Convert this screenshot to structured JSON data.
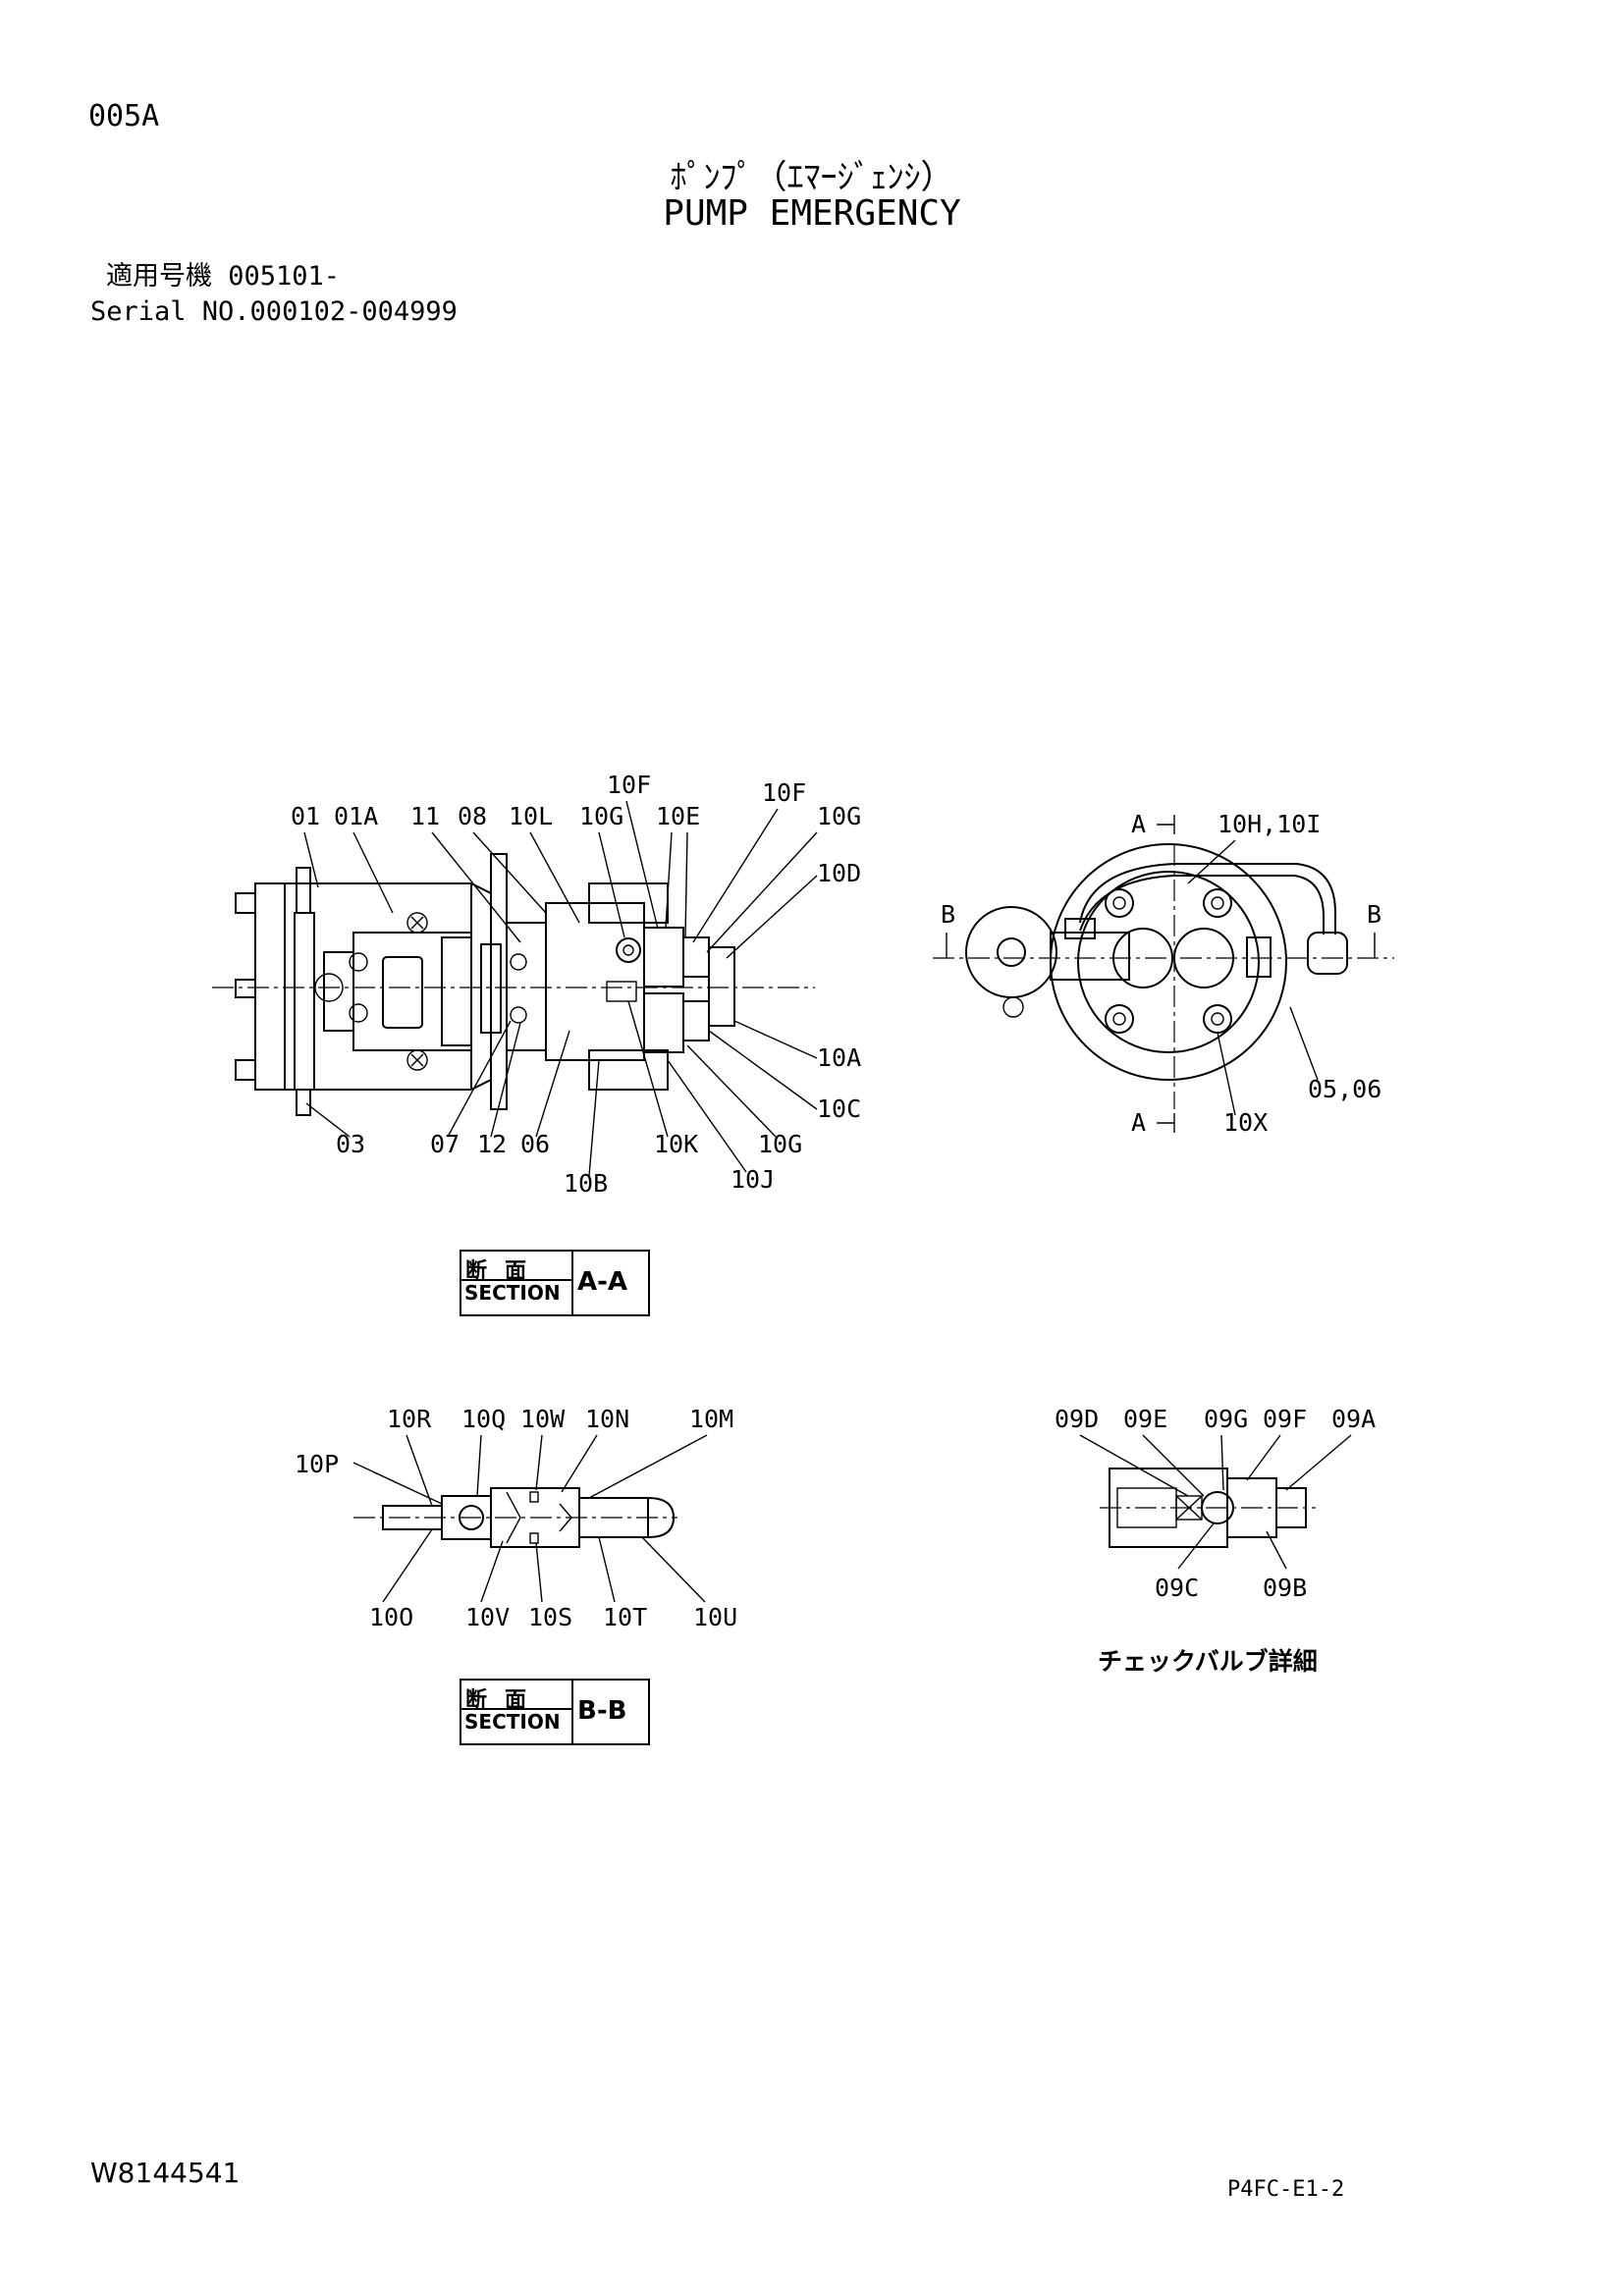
{
  "header": {
    "page_code": "005A",
    "title_jp": "ﾎﾟﾝﾌﾟ（ｴﾏｰｼﾞｪﾝｼ）",
    "title_en": "PUMP EMERGENCY",
    "serial_jp": "適用号機 005101-",
    "serial_en": "Serial NO.000102-004999"
  },
  "side_view": {
    "labels": [
      "01",
      "01A",
      "11",
      "08",
      "10L",
      "10G",
      "10F",
      "10E",
      "10F",
      "10G",
      "10D",
      "10A",
      "10C",
      "10G",
      "10J",
      "10K",
      "10B",
      "06",
      "12",
      "07",
      "03"
    ]
  },
  "end_view": {
    "labels": [
      "A",
      "10H,10I",
      "B",
      "B",
      "05,06",
      "A",
      "10X"
    ]
  },
  "section_aa": {
    "jp": "断面",
    "en": "SECTION",
    "id": "A-A"
  },
  "section_view": {
    "labels": [
      "10R",
      "10Q",
      "10W",
      "10N",
      "10M",
      "10P",
      "10O",
      "10V",
      "10S",
      "10T",
      "10U"
    ]
  },
  "section_bb": {
    "jp": "断面",
    "en": "SECTION",
    "id": "B-B"
  },
  "check_valve": {
    "labels": [
      "09D",
      "09E",
      "09G",
      "09F",
      "09A",
      "09C",
      "09B"
    ],
    "caption": "チェックバルブ詳細"
  },
  "footer": {
    "doc_number": "W8144541",
    "page_ref": "P4FC-E1-2"
  }
}
